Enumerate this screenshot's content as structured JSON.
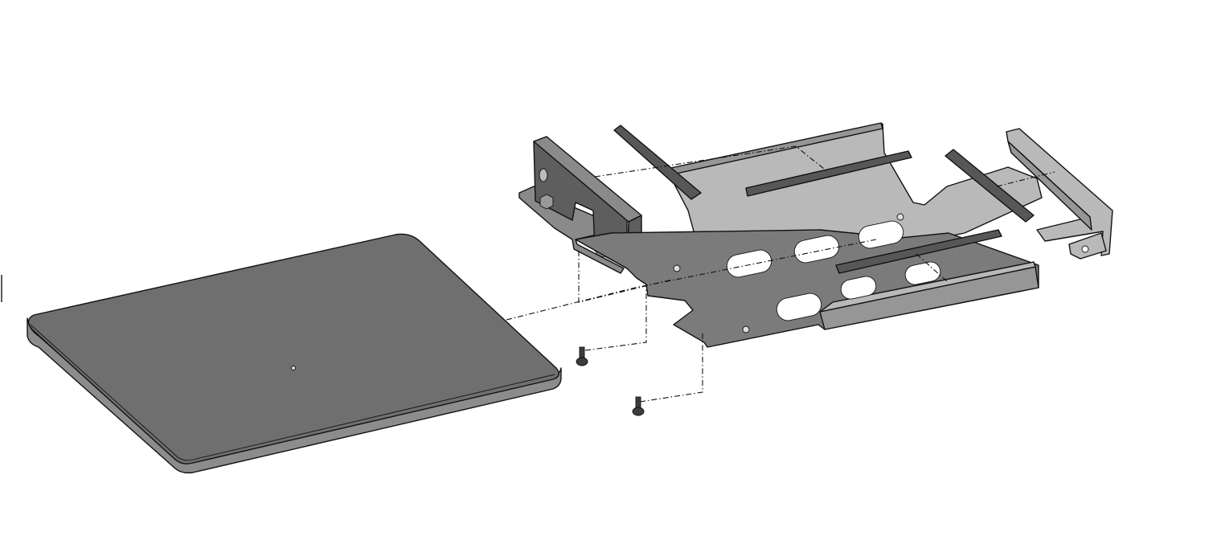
{
  "colors": {
    "background": "#ffffff",
    "line": "#111111",
    "plate_top": "#6f6f6f",
    "plate_side": "#8c8c8c",
    "bracket_face": "#5e5e5e",
    "bracket_top": "#8a8a8a",
    "tray_base": "#7b7b7b",
    "tray_wall": "#b9b9b9",
    "tray_wall_dark": "#969696",
    "rail": "#575757",
    "rail_edge": "#8e8e8e",
    "screw": "#3d3d3d"
  },
  "parts": [
    {
      "id": "plate",
      "icon": "flat-plate"
    },
    {
      "id": "end-bracket",
      "icon": "angle-bracket"
    },
    {
      "id": "tray",
      "icon": "sheet-metal-tray"
    },
    {
      "id": "rails",
      "icon": "rail-strips"
    },
    {
      "id": "screws",
      "icon": "pan-head-screw"
    }
  ]
}
